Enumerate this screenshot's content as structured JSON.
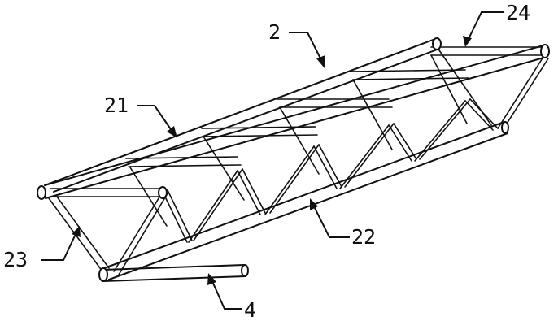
{
  "figure": {
    "labels": {
      "truss": "2",
      "top_chord": "21",
      "bottom_chord": "22",
      "web_member": "23",
      "cross_bar": "24",
      "support_tube": "4"
    }
  }
}
